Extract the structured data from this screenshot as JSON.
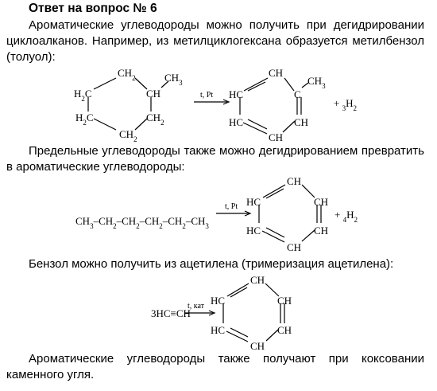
{
  "title": "Ответ на вопрос № 6",
  "paragraphs": {
    "p1": "Ароматические углеводороды можно получить при дегидрировании циклоалканов. Например, из метилциклогексана образуется метилбензол (толуол):",
    "p2": "Предельные углеводороды также можно дегидрированием превратить в ароматические углеводороды:",
    "p3": "Бензол можно получить из ацетилена (тримеризация ацетилена):",
    "p4": "Ароматические углеводороды также получают при коксовании каменного угля."
  },
  "reaction1": {
    "cyclohexane": {
      "top": "CH2",
      "upper_left": "H2C",
      "upper_right": "CH",
      "methyl": "CH3",
      "lower_left": "H2C",
      "lower_right": "CH2",
      "bottom": "CH2"
    },
    "condition": "t, Pt",
    "toluene": {
      "top": "CH",
      "left_up": "HC",
      "right_up": "C",
      "methyl": "CH3",
      "left_down": "HC",
      "right_down": "CH",
      "bottom": "CH"
    },
    "byproduct": "+ 3H2"
  },
  "reaction2": {
    "hexane": "CH3–CH2–CH2–CH2–CH2–CH3",
    "condition": "t, Pt",
    "benzene": {
      "top": "CH",
      "left_up": "HC",
      "right_up": "CH",
      "left_down": "HC",
      "right_down": "CH",
      "bottom": "CH"
    },
    "byproduct": "+ 4H2"
  },
  "reaction3": {
    "reactant": "3HC≡CH",
    "condition": "t, кат",
    "benzene": {
      "top": "CH",
      "left_up": "HC",
      "right_up": "CH",
      "left_down": "HC",
      "right_down": "CH",
      "bottom": "CH"
    }
  }
}
